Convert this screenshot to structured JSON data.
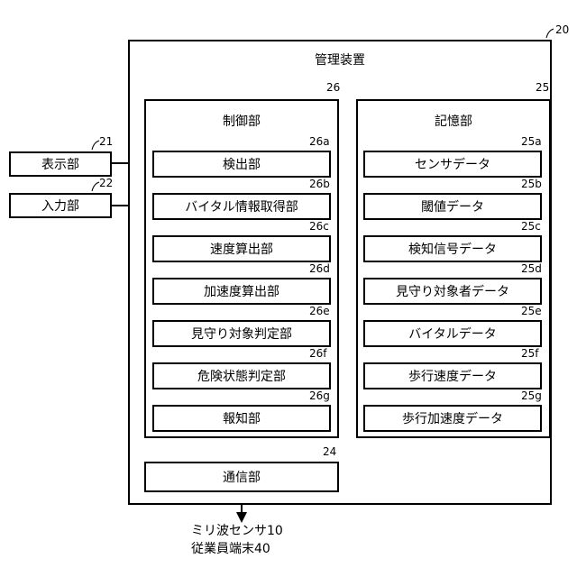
{
  "management": {
    "title": "管理装置",
    "ref": "20"
  },
  "control": {
    "title": "制御部",
    "ref": "26",
    "items": [
      {
        "label": "検出部",
        "ref": "26a"
      },
      {
        "label": "バイタル情報取得部",
        "ref": "26b"
      },
      {
        "label": "速度算出部",
        "ref": "26c"
      },
      {
        "label": "加速度算出部",
        "ref": "26d"
      },
      {
        "label": "見守り対象判定部",
        "ref": "26e"
      },
      {
        "label": "危険状態判定部",
        "ref": "26f"
      },
      {
        "label": "報知部",
        "ref": "26g"
      }
    ]
  },
  "storage": {
    "title": "記憶部",
    "ref": "25",
    "items": [
      {
        "label": "センサデータ",
        "ref": "25a"
      },
      {
        "label": "閾値データ",
        "ref": "25b"
      },
      {
        "label": "検知信号データ",
        "ref": "25c"
      },
      {
        "label": "見守り対象者データ",
        "ref": "25d"
      },
      {
        "label": "バイタルデータ",
        "ref": "25e"
      },
      {
        "label": "歩行速度データ",
        "ref": "25f"
      },
      {
        "label": "歩行加速度データ",
        "ref": "25g"
      }
    ]
  },
  "display": {
    "label": "表示部",
    "ref": "21"
  },
  "input": {
    "label": "入力部",
    "ref": "22"
  },
  "comm": {
    "label": "通信部",
    "ref": "24"
  },
  "external": {
    "line1": "ミリ波センサ10",
    "line2": "従業員端末40"
  }
}
